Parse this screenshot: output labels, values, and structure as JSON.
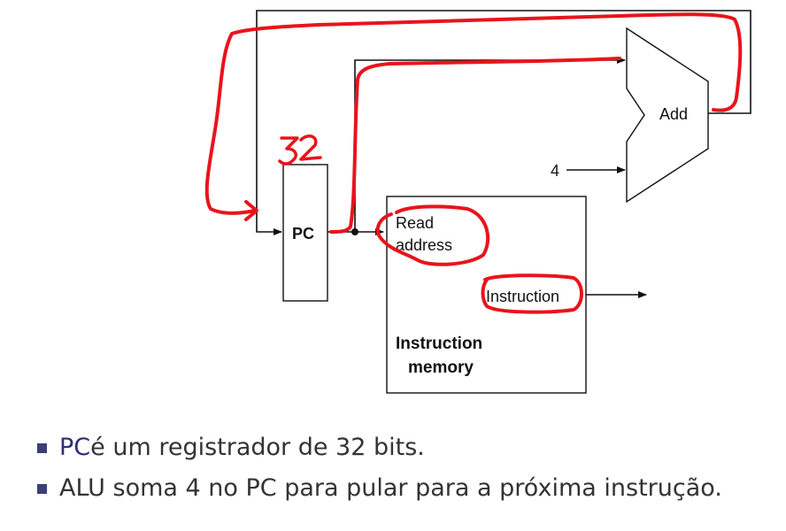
{
  "diagram": {
    "pc_label": "PC",
    "add_label": "Add",
    "four_label": "4",
    "read_label_line1": "Read",
    "read_label_line2": "address",
    "instruction_label": "Instruction",
    "memory_label_line1": "Instruction",
    "memory_label_line2": "memory",
    "annotation_32": "32",
    "colors": {
      "wire": "#111111",
      "annotation": "#e8141c",
      "bullet": "#3b3f77",
      "text": "#333333",
      "highlight": "#2b2f78"
    }
  },
  "bullets": [
    {
      "highlight": "PC",
      "text": " é um registrador de 32 bits."
    },
    {
      "highlight": "",
      "text": "ALU soma 4 no PC para pular para a próxima instrução."
    }
  ]
}
